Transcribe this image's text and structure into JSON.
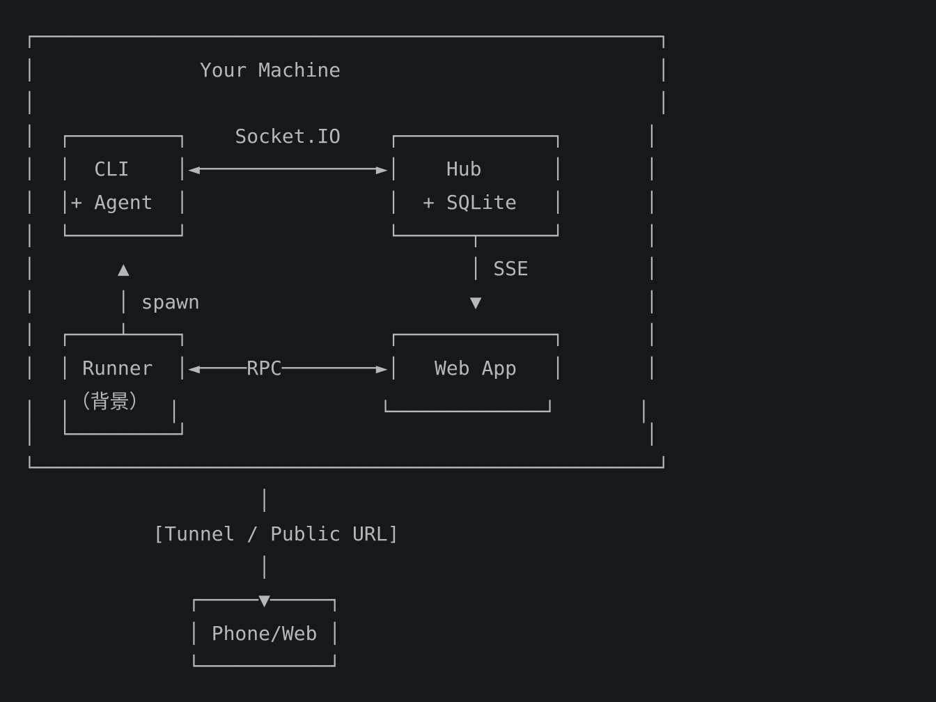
{
  "colors": {
    "background": "#17181a",
    "foreground": "#b4b7bd"
  },
  "diagram": {
    "lines": [
      "┌─────────────────────────────────────────────────────┐",
      "│              Your Machine                           │",
      "│                                                     │",
      "│  ┌─────────┐    Socket.IO    ┌─────────────┐       │",
      "│  │  CLI    │◄───────────────►│    Hub      │       │",
      "│  │+ Agent  │                 │  + SQLite   │       │",
      "│  └─────────┘                 └──────┬──────┘       │",
      "│       ▲                             │ SSE          │",
      "│       │ spawn                       ▼              │",
      "│  ┌────┴────┐                 ┌─────────────┐       │",
      "│  │ Runner  │◄────RPC────────►│   Web App   │       │",
      "│  │（背景） │                 └─────────────┘       │",
      "│  └─────────┘                                       │",
      "└─────────────────────────────────────────────────────┘",
      "                    │",
      "           [Tunnel / Public URL]",
      "                    │",
      "              ┌─────▼─────┐",
      "              │ Phone/Web │",
      "              └───────────┘"
    ],
    "nodes": [
      {
        "id": "your-machine",
        "label": "Your Machine",
        "type": "container"
      },
      {
        "id": "cli",
        "label": "CLI",
        "sublabel": "+ Agent"
      },
      {
        "id": "hub",
        "label": "Hub",
        "sublabel": "+ SQLite"
      },
      {
        "id": "runner",
        "label": "Runner",
        "sublabel": "（背景）"
      },
      {
        "id": "web-app",
        "label": "Web App"
      },
      {
        "id": "phone-web",
        "label": "Phone/Web"
      }
    ],
    "edges": [
      {
        "from": "cli",
        "to": "hub",
        "label": "Socket.IO",
        "direction": "bidirectional"
      },
      {
        "from": "hub",
        "to": "web-app",
        "label": "SSE",
        "direction": "down"
      },
      {
        "from": "runner",
        "to": "cli",
        "label": "spawn",
        "direction": "up"
      },
      {
        "from": "runner",
        "to": "web-app",
        "label": "RPC",
        "direction": "bidirectional"
      },
      {
        "from": "your-machine",
        "to": "phone-web",
        "label": "[Tunnel / Public URL]",
        "direction": "down"
      }
    ]
  }
}
